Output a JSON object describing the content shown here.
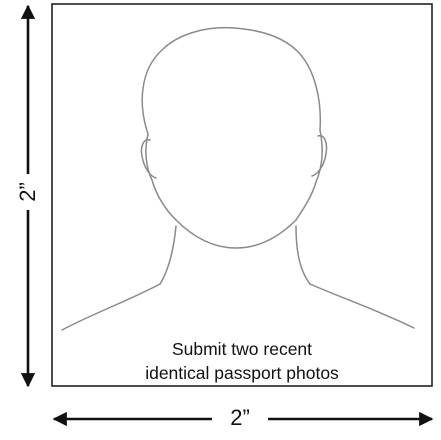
{
  "diagram": {
    "vertical_dimension_label": "2”",
    "horizontal_dimension_label": "2”",
    "caption_line1": "Submit two recent",
    "caption_line2": "identical passport photos"
  },
  "colors": {
    "frame_stroke": "#222222",
    "arrow": "#111111",
    "silhouette_stroke": "#8a8a8a",
    "background": "#ffffff"
  }
}
